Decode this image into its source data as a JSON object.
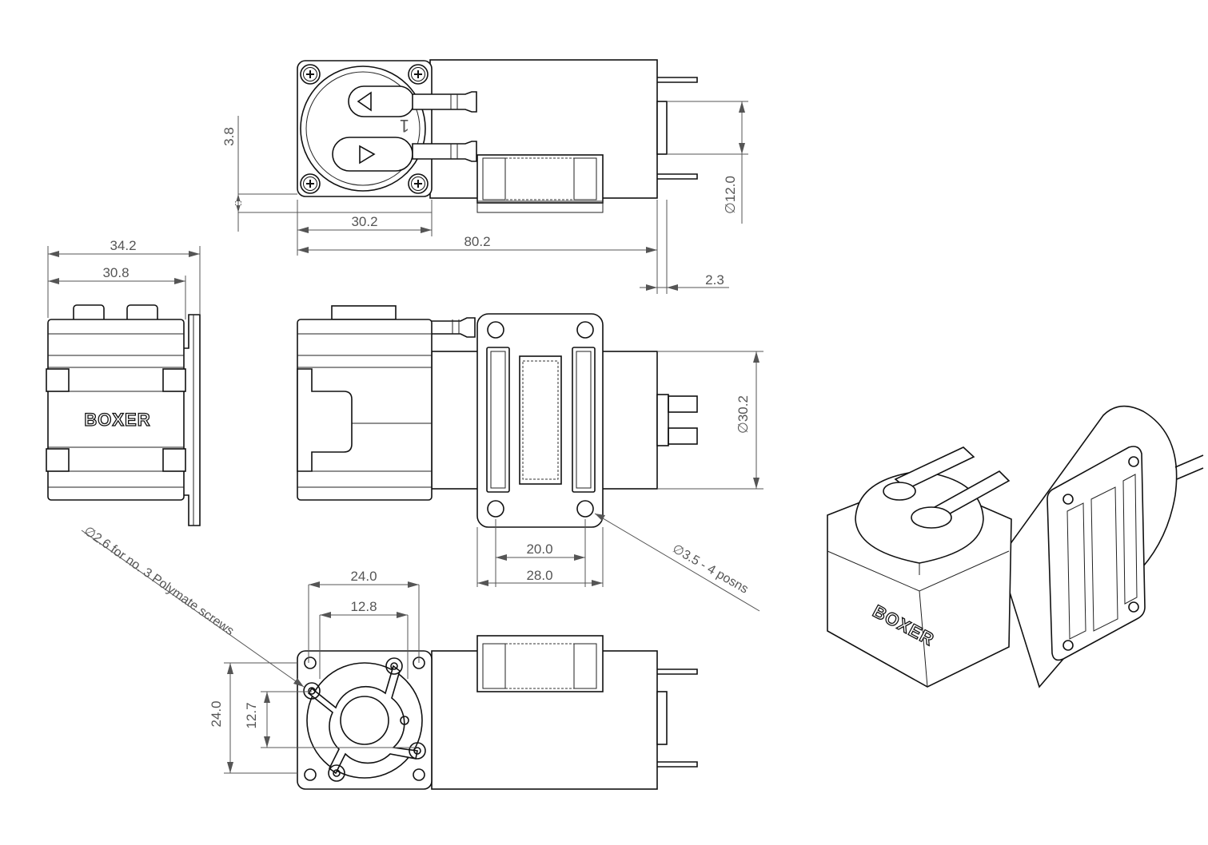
{
  "dimensions": {
    "top_view": {
      "d_3_8": "3.8",
      "d_30_2": "30.2",
      "d_80_2": "80.2",
      "d_2_3": "2.3",
      "dia_12": "∅12.0"
    },
    "end_view": {
      "d_34_2": "34.2",
      "d_30_8": "30.8"
    },
    "side_view": {
      "dia_30_2": "∅30.2",
      "d_20": "20.0",
      "d_28": "28.0"
    },
    "front_view": {
      "d_24_w": "24.0",
      "d_12_8": "12.8",
      "d_24_h": "24.0",
      "d_12_7": "12.7"
    }
  },
  "notes": {
    "screws": "∅2.6 for no. 3 Polymate screws",
    "holes": "∅3.5 - 4 posns"
  },
  "brand": "BOXER",
  "colors": {
    "line": "#111111",
    "dimension": "#555555",
    "paper": "#ffffff"
  }
}
